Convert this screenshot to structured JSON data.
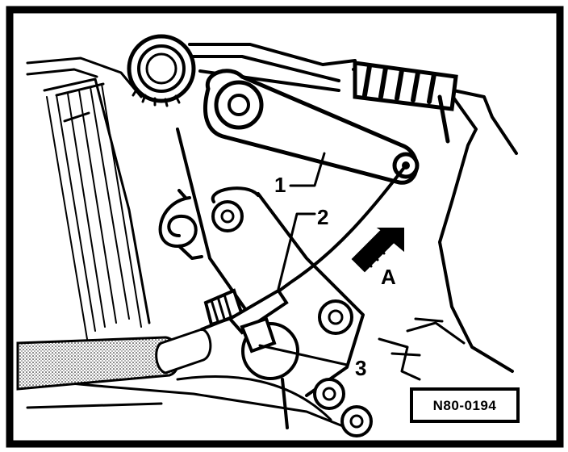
{
  "figure": {
    "callouts": [
      "1",
      "2",
      "3"
    ],
    "view_label": "A",
    "reference_code": "N80-0194"
  }
}
